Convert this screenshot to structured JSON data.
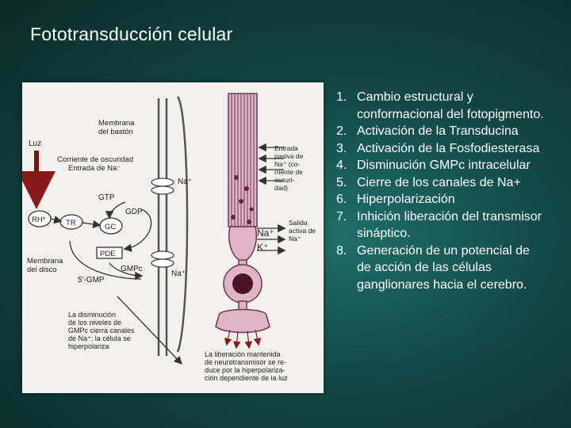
{
  "title": "Fototransducción celular",
  "figure": {
    "labels": {
      "membrana_baston": [
        "Membrana",
        "del bastón"
      ],
      "luz": "Luz",
      "corriente": [
        "Corriente de oscuridad",
        "Entrada de Na⁻"
      ],
      "gtp": "GTP",
      "gdp": "GDP",
      "rh": "RH*",
      "tr": "TR",
      "gc": "GC",
      "pde": "PDE",
      "membrana_disco": [
        "Membrana",
        "del disco"
      ],
      "gmp5": "5'-GMP",
      "gmpc": "GMPc",
      "na_mid": "Na⁺",
      "na_top": "Na⁺",
      "entrada_pasiva": [
        "Entrada",
        "pasiva de",
        "Na⁺ (co-",
        "rriente de",
        "oscuri-",
        "dad)"
      ],
      "na_big": "Na⁺",
      "k_big": "K⁺",
      "salida_activa": [
        "Salida",
        "activa de",
        "Na⁺"
      ],
      "disminucion": [
        "La disminución",
        "de los niveles de",
        "GMPc cierra canales",
        "de Na⁺; la célula se",
        "hiperpolariza"
      ],
      "liberacion": [
        "La liberación mantenida",
        "de neurotransmisor se re-",
        "duce por la hiperpolariza-",
        "ción dependiente de la luz"
      ]
    }
  },
  "steps": [
    {
      "num": "1.",
      "lines": [
        "Cambio estructural y",
        " conformacional del fotopigmento."
      ]
    },
    {
      "num": "2.",
      "lines": [
        "Activación de la Transducina"
      ]
    },
    {
      "num": "3.",
      "lines": [
        "Activación de la Fosfodiesterasa"
      ]
    },
    {
      "num": "4.",
      "lines": [
        "Disminución GMPc intracelular"
      ]
    },
    {
      "num": "5.",
      "lines": [
        "Cierre de los canales de Na+"
      ]
    },
    {
      "num": "6.",
      "lines": [
        "Hiperpolarización"
      ]
    },
    {
      "num": "7.",
      "lines": [
        "Inhición liberación del transmisor",
        " sináptico."
      ]
    },
    {
      "num": "8.",
      "lines": [
        "Generación de un potencial de",
        " de acción de las células",
        "ganglionares hacia el cerebro."
      ]
    }
  ]
}
